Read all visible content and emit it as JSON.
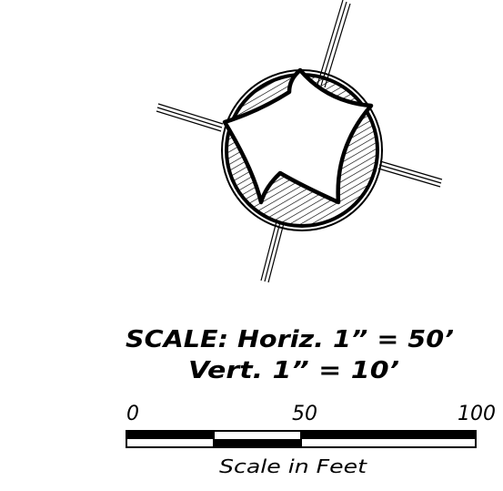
{
  "north_arrow": {
    "icon": "north-arrow-icon"
  },
  "scale_note": {
    "line1": "SCALE:  Horiz.  1”  =  50’",
    "line2": "Vert.  1”  =  10’"
  },
  "scale_bar": {
    "tick_labels": [
      "0",
      "50",
      "100"
    ],
    "caption": "Scale  in  Feet",
    "max_feet": 100,
    "segments": [
      {
        "from": 0,
        "to": 25,
        "fill": "split"
      },
      {
        "from": 25,
        "to": 50,
        "fill": "split-reverse"
      },
      {
        "from": 50,
        "to": 100,
        "fill": "split"
      }
    ]
  },
  "colors": {
    "ink": "#000000",
    "paper": "#ffffff"
  }
}
